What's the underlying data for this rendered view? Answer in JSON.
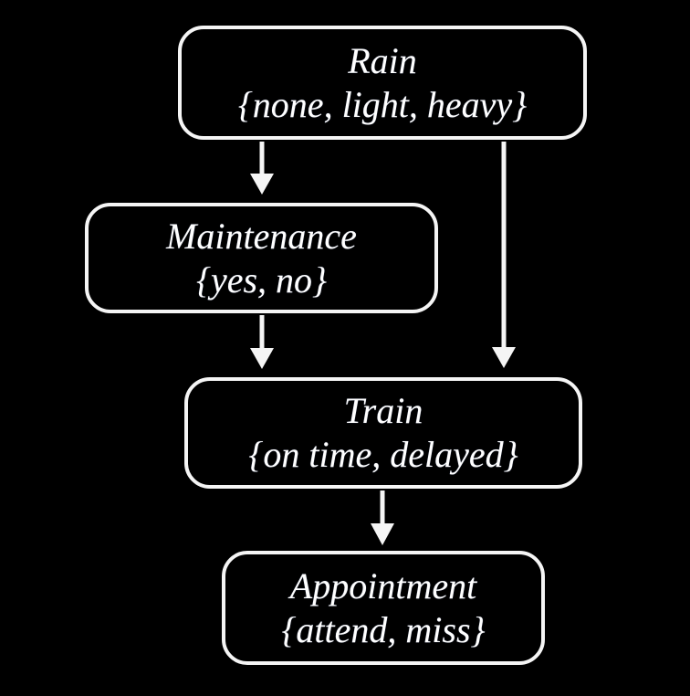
{
  "diagram": {
    "kind": "bayesian-network",
    "background_color": "#000000",
    "node_border_color": "#f5f5f5",
    "text_color": "#ffffff",
    "nodes": [
      {
        "id": "rain",
        "label": "Rain",
        "domain": "{none, light, heavy}"
      },
      {
        "id": "maintenance",
        "label": "Maintenance",
        "domain": "{yes, no}"
      },
      {
        "id": "train",
        "label": "Train",
        "domain": "{on time, delayed}"
      },
      {
        "id": "appointment",
        "label": "Appointment",
        "domain": "{attend, miss}"
      }
    ],
    "edges": [
      {
        "from": "rain",
        "to": "maintenance"
      },
      {
        "from": "rain",
        "to": "train"
      },
      {
        "from": "maintenance",
        "to": "train"
      },
      {
        "from": "train",
        "to": "appointment"
      }
    ]
  }
}
